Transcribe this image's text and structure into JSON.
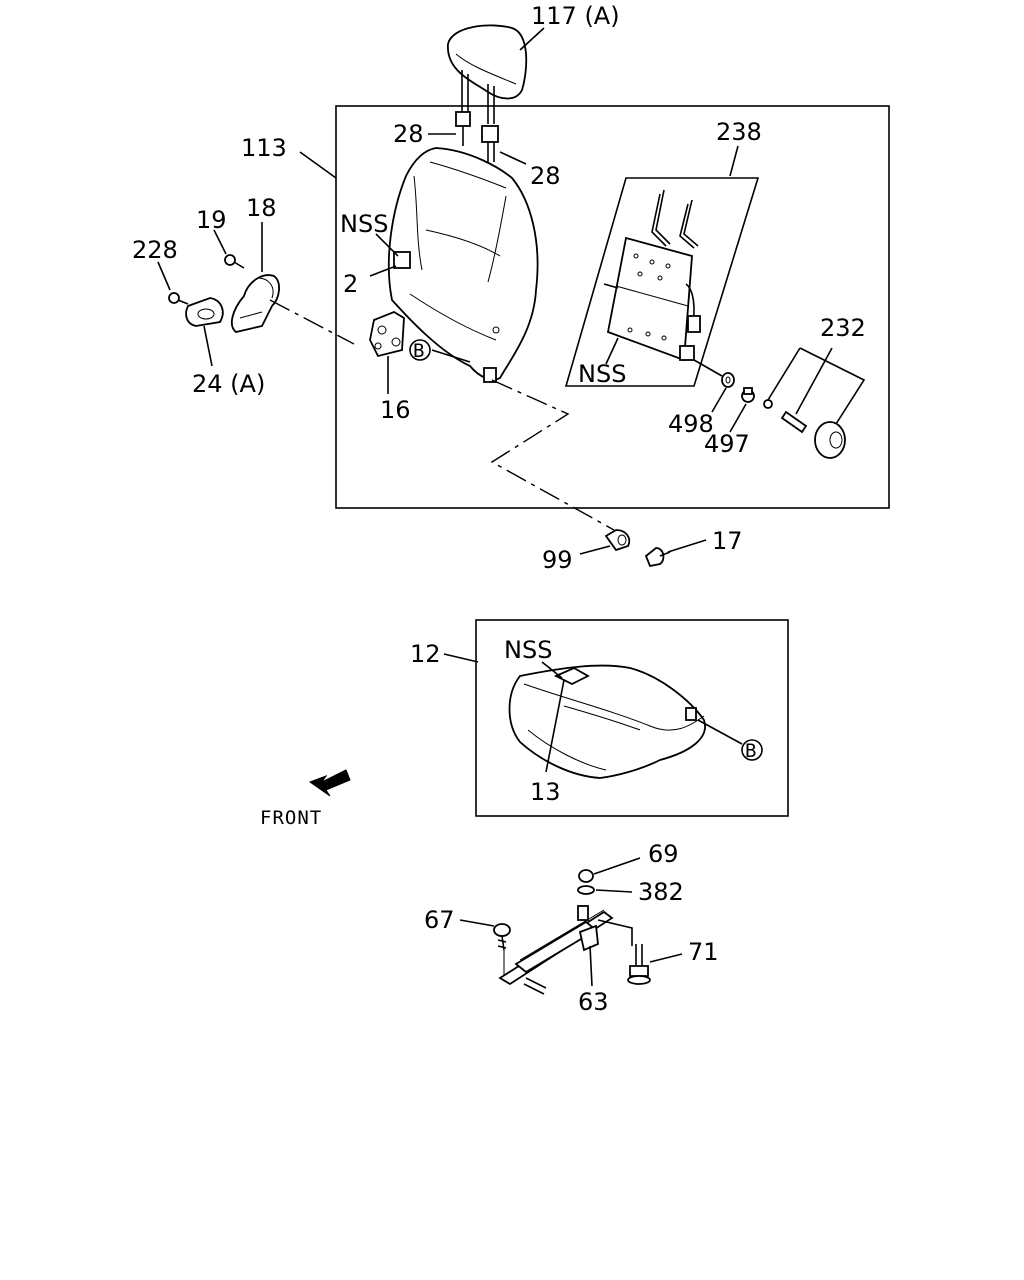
{
  "labels": {
    "headrest": "117 (A)",
    "seatback_assy": "113",
    "guide_left": "28",
    "guide_right": "28",
    "nss_back": "NSS",
    "part_2": "2",
    "part_19": "19",
    "part_18": "18",
    "part_228": "228",
    "part_24a": "24 (A)",
    "part_16": "16",
    "marker_b_back": "B",
    "frame_238": "238",
    "nss_frame": "NSS",
    "part_232": "232",
    "part_498": "498",
    "part_497": "497",
    "part_99": "99",
    "part_17": "17",
    "cushion_12": "12",
    "nss_cushion": "NSS",
    "part_13": "13",
    "marker_b_cushion": "B",
    "front": "FRONT",
    "part_69": "69",
    "part_382": "382",
    "part_67": "67",
    "part_71": "71",
    "part_63": "63"
  }
}
